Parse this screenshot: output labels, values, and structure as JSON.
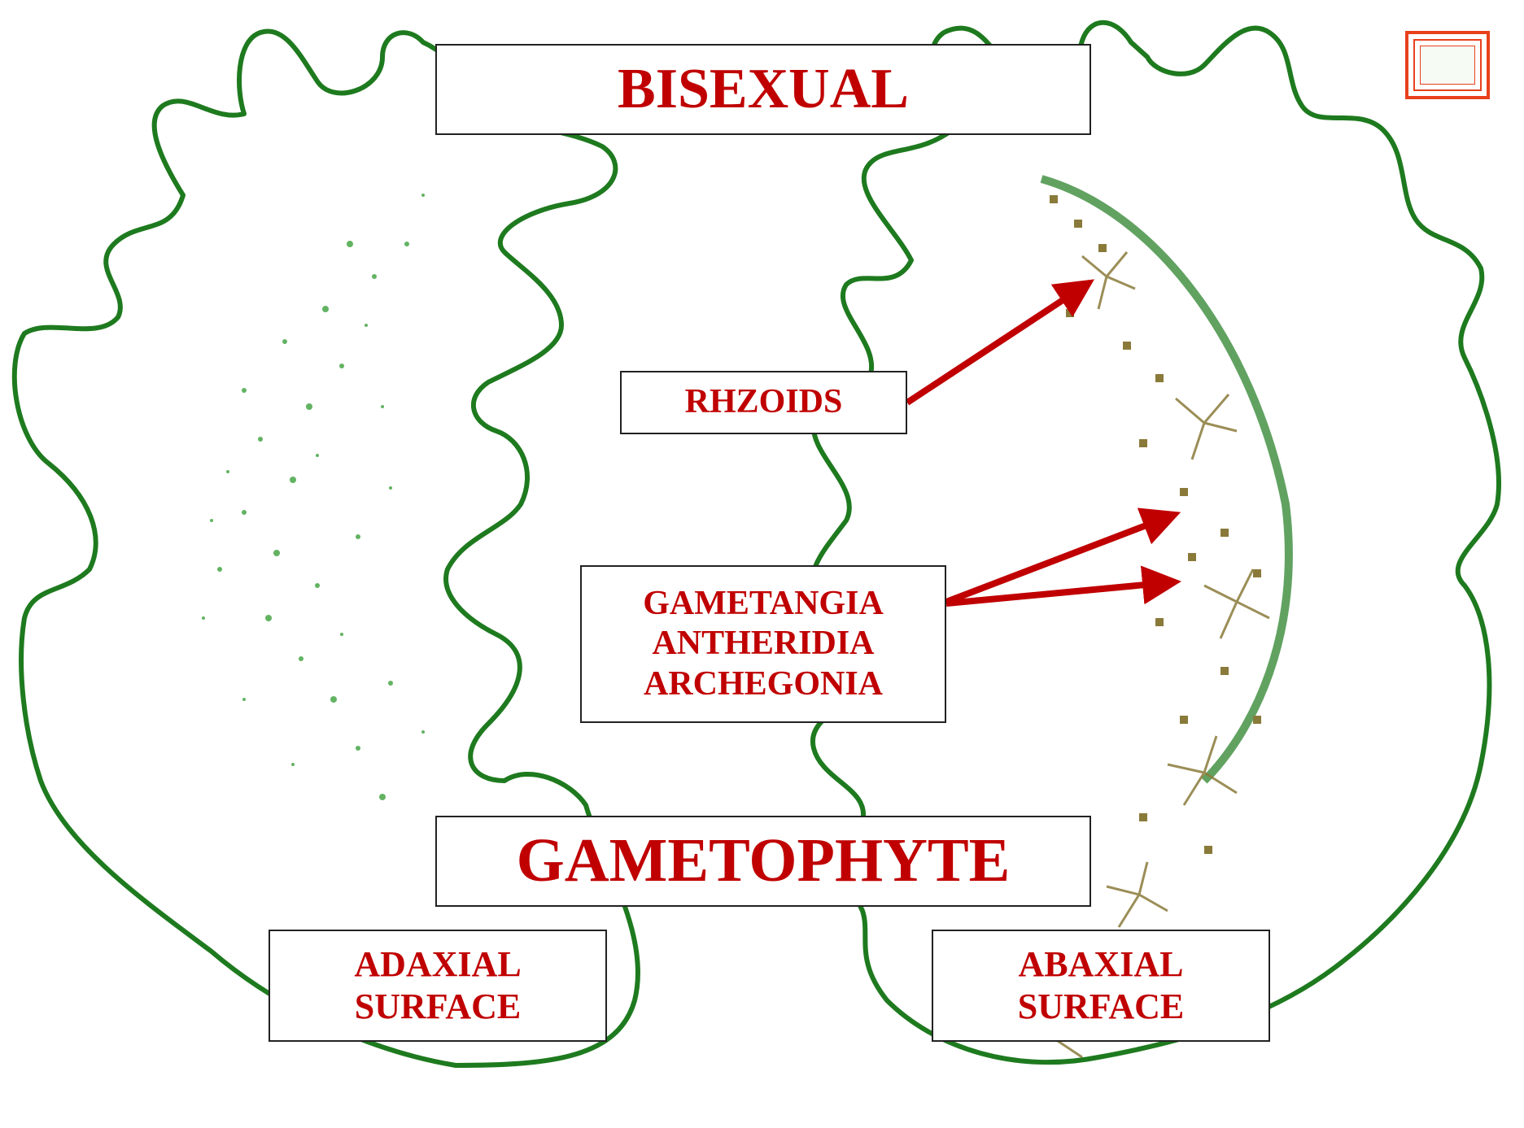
{
  "title": "BISEXUAL",
  "subtitle": "GAMETOPHYTE",
  "labels": {
    "rhizoids": "RHZOIDS",
    "gametangia": [
      "GAMETANGIA",
      "ANTHERIDIA",
      "ARCHEGONIA"
    ],
    "adaxial": [
      "ADAXIAL",
      "SURFACE"
    ],
    "abaxial": [
      "ABAXIAL",
      "SURFACE"
    ]
  },
  "colors": {
    "label_text": "#c00000",
    "arrow": "#c00000",
    "thallus_outline": "#1e7a1e",
    "chlorophyll_dots": "#2e9a2e",
    "rhizoid": "#8a7a3a",
    "logo_border": "#e8401c"
  },
  "icons": {
    "logo": "thumbnail-logo-icon"
  }
}
